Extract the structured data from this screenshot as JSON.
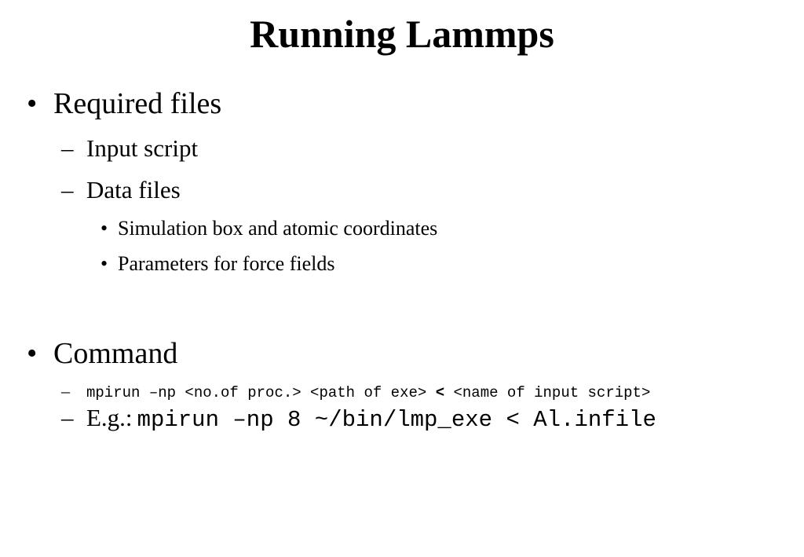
{
  "slide": {
    "title": "Running Lammps",
    "bullet_glyph": "•",
    "dash_glyph": "–",
    "required": {
      "label": "Required files",
      "items": [
        "Input script",
        "Data files"
      ],
      "data_files_items": [
        "Simulation box and atomic coordinates",
        "Parameters for force fields"
      ]
    },
    "command": {
      "label": "Command",
      "syntax_part1": "mpirun –np <no.of proc.> <path of exe>",
      "syntax_redirect": "<",
      "syntax_part2": "<name of input script>",
      "example_label": "E.g.:",
      "example_code": "mpirun –np 8 ~/bin/lmp_exe < Al.infile"
    }
  }
}
